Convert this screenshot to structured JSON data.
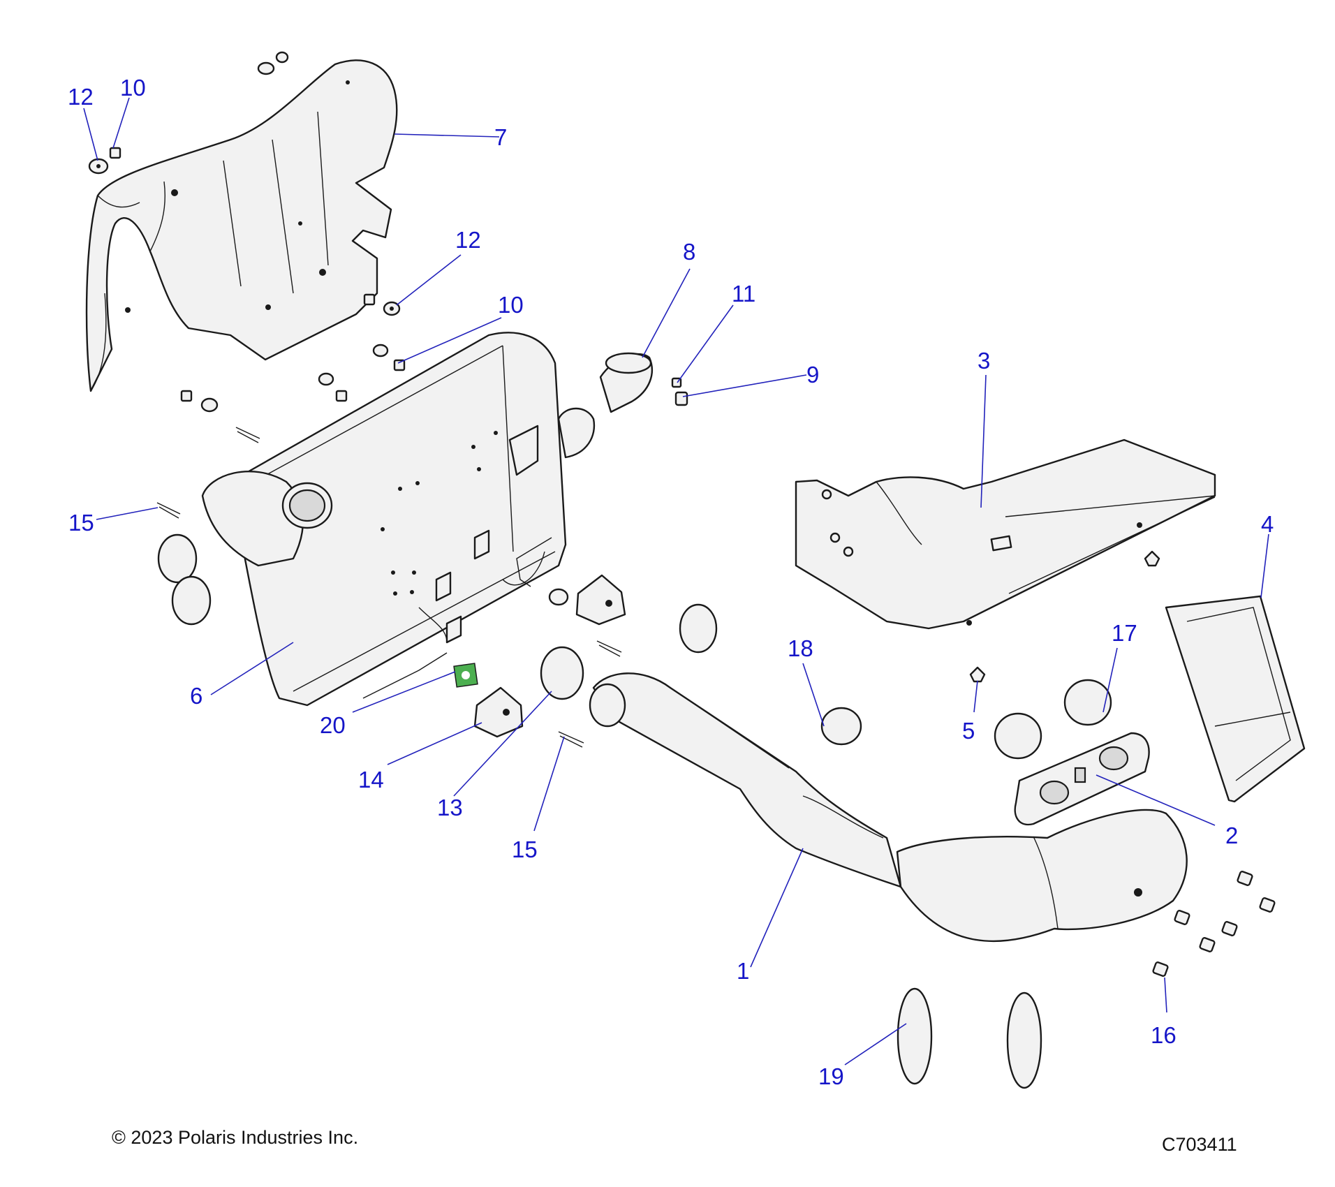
{
  "callouts": [
    {
      "id": "c12a",
      "label": "12"
    },
    {
      "id": "c10a",
      "label": "10"
    },
    {
      "id": "c7",
      "label": "7"
    },
    {
      "id": "c12b",
      "label": "12"
    },
    {
      "id": "c10b",
      "label": "10"
    },
    {
      "id": "c8",
      "label": "8"
    },
    {
      "id": "c11",
      "label": "11"
    },
    {
      "id": "c9",
      "label": "9"
    },
    {
      "id": "c3",
      "label": "3"
    },
    {
      "id": "c4",
      "label": "4"
    },
    {
      "id": "c15a",
      "label": "15"
    },
    {
      "id": "c6",
      "label": "6"
    },
    {
      "id": "c20",
      "label": "20"
    },
    {
      "id": "c14",
      "label": "14"
    },
    {
      "id": "c13",
      "label": "13"
    },
    {
      "id": "c15b",
      "label": "15"
    },
    {
      "id": "c18",
      "label": "18"
    },
    {
      "id": "c5",
      "label": "5"
    },
    {
      "id": "c17",
      "label": "17"
    },
    {
      "id": "c2",
      "label": "2"
    },
    {
      "id": "c1",
      "label": "1"
    },
    {
      "id": "c16",
      "label": "16"
    },
    {
      "id": "c19",
      "label": "19"
    }
  ],
  "footer": {
    "copyright": "© 2023 Polaris Industries Inc.",
    "drawing_number": "C703411"
  },
  "colors": {
    "callout": "#1515c8",
    "leader": "#2222bb",
    "line": "#1a1a1a",
    "part_fill": "#f2f2f2",
    "gasket_tag": "#4caf50"
  }
}
